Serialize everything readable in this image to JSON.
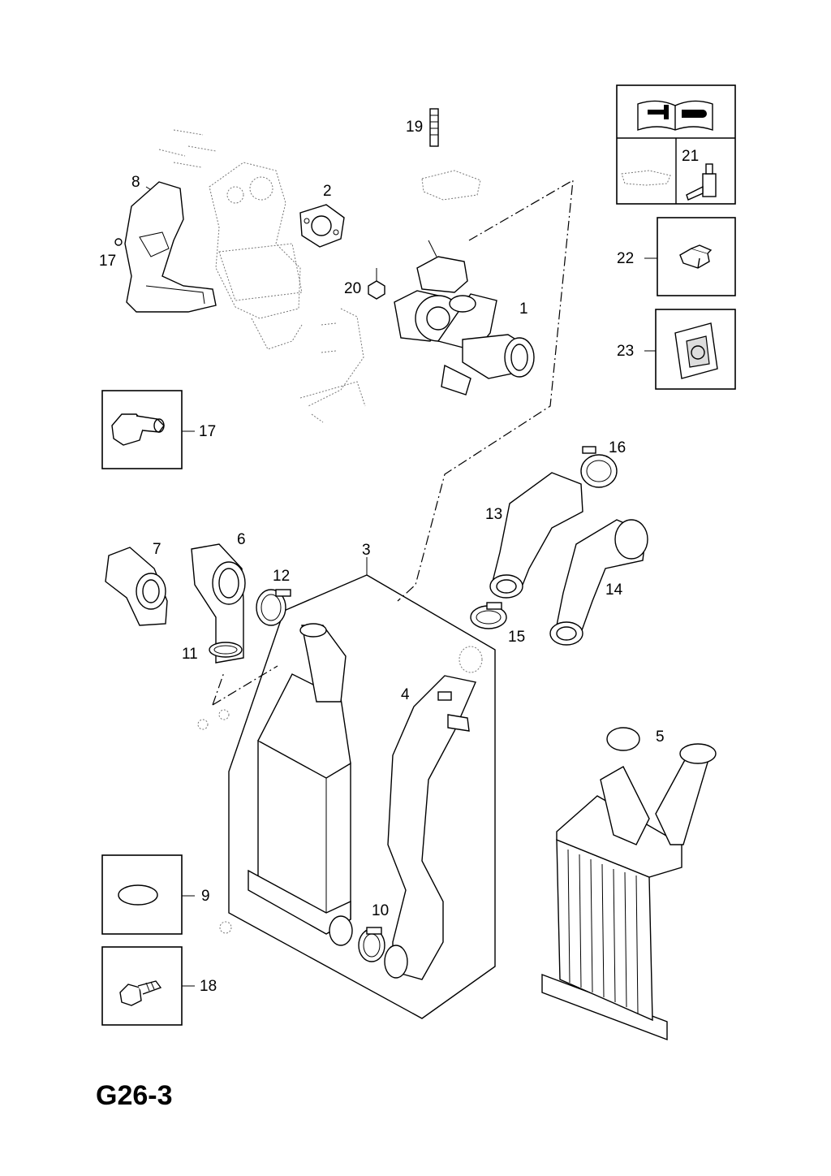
{
  "sheet": {
    "id": "G26-3"
  },
  "callouts": {
    "c1": "1",
    "c2": "2",
    "c3": "3",
    "c4": "4",
    "c5": "5",
    "c6": "6",
    "c7": "7",
    "c8": "8",
    "c9": "9",
    "c10": "10",
    "c11": "11",
    "c12": "12",
    "c13": "13",
    "c14": "14",
    "c15": "15",
    "c16": "16",
    "c17a": "17",
    "c17b": "17",
    "c18": "18",
    "c19": "19",
    "c20": "20",
    "c21": "21",
    "c22": "22",
    "c23": "23"
  },
  "icons": {
    "manual": "open-book-wrench-icon",
    "sealant": "sealant-tube-icon"
  }
}
